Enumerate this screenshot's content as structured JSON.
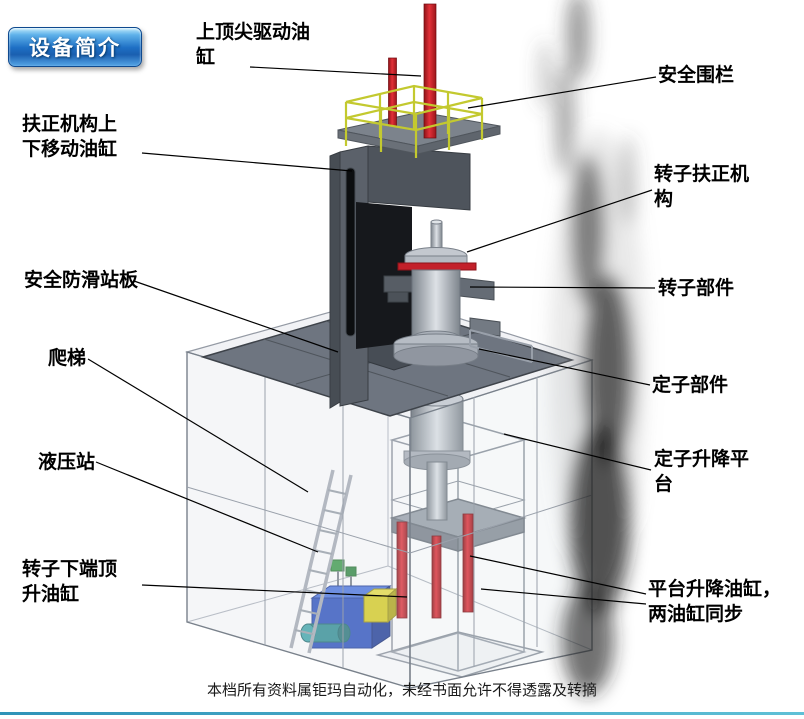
{
  "badge": {
    "label": "设备简介"
  },
  "callouts": [
    {
      "id": "top-center-drive-cylinder",
      "text": "上顶尖驱动油缸"
    },
    {
      "id": "safety-fence",
      "text": "安全围栏"
    },
    {
      "id": "centering-lift-cylinder",
      "text": "扶正机构上下移动油缸"
    },
    {
      "id": "rotor-centering-mechanism",
      "text": "转子扶正机构"
    },
    {
      "id": "anti-slip-platform",
      "text": "安全防滑站板"
    },
    {
      "id": "rotor-component",
      "text": "转子部件"
    },
    {
      "id": "ladder",
      "text": "爬梯"
    },
    {
      "id": "stator-component",
      "text": "定子部件"
    },
    {
      "id": "hydraulic-station",
      "text": "液压站"
    },
    {
      "id": "stator-lift-platform",
      "text": "定子升降平台"
    },
    {
      "id": "rotor-bottom-jack-cylinder",
      "text": "转子下端顶升油缸"
    },
    {
      "id": "platform-lift-cylinders",
      "text": "平台升降油缸，两油缸同步"
    }
  ],
  "footer": {
    "watermark": "本档所有资料属钜玛自动化，未经书面允许不得透露及转摘"
  },
  "colors": {
    "badge_blue": "#1e6fc4",
    "cylinder_red": "#c4202a",
    "railing_yellow": "#c3c92f",
    "hydraulic_blue": "#2a50bf",
    "steel_gray": "#6e7580"
  }
}
